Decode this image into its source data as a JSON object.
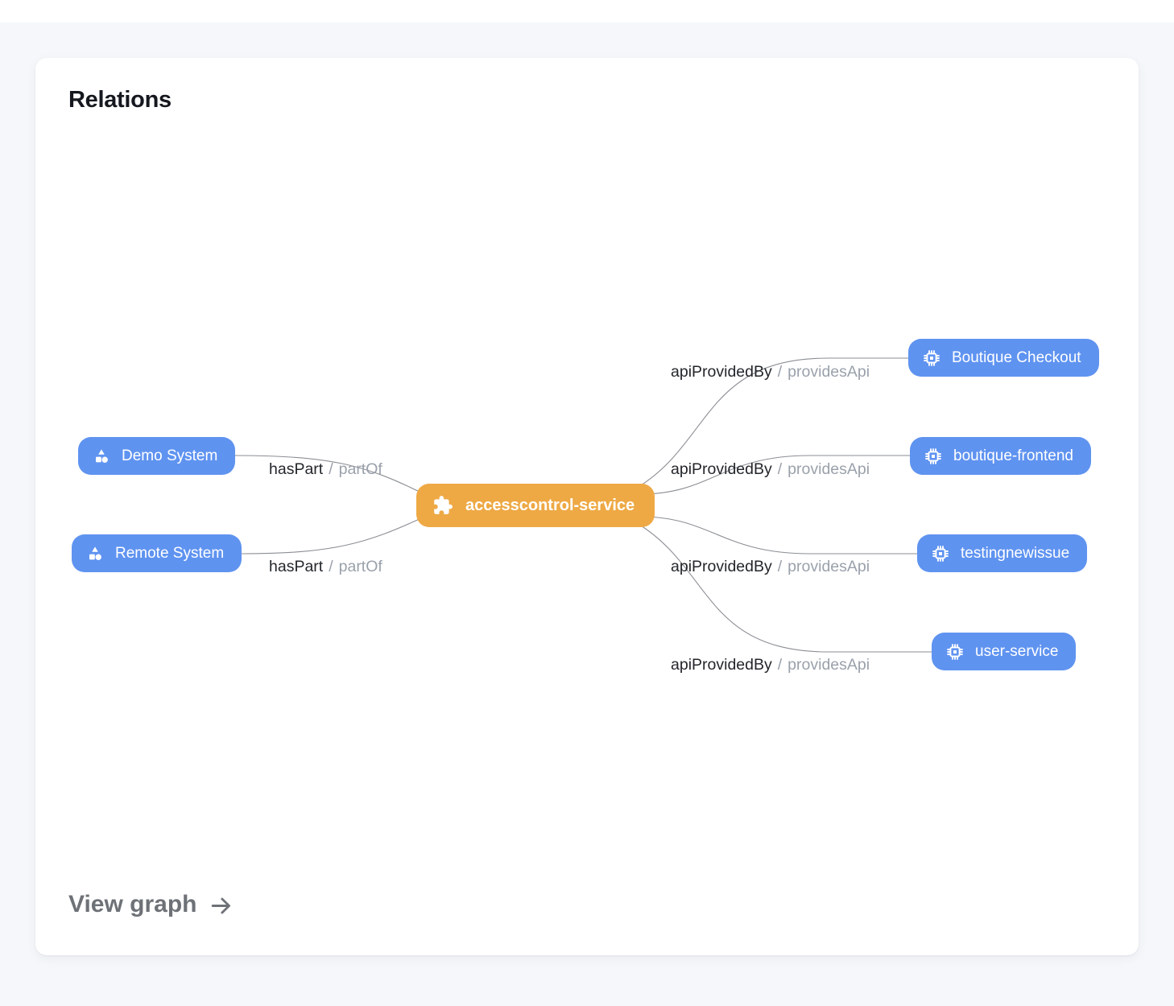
{
  "card": {
    "title": "Relations",
    "footer_link": "View graph"
  },
  "colors": {
    "page_background": "#f5f7fb",
    "card_background": "#ffffff",
    "node_blue": "#5f93f0",
    "node_orange": "#eea945",
    "node_text": "#ffffff",
    "edge_line": "#8b8e94",
    "edge_label_primary": "#23262b",
    "edge_label_muted": "#9aa1ab",
    "footer_link_text": "#6e7277"
  },
  "graph": {
    "center_node": {
      "label": "accesscontrol-service",
      "icon": "puzzle-icon"
    },
    "left_nodes": [
      {
        "label": "Demo System",
        "icon": "shapes-icon"
      },
      {
        "label": "Remote System",
        "icon": "shapes-icon"
      }
    ],
    "right_nodes": [
      {
        "label": "Boutique Checkout",
        "icon": "chip-icon"
      },
      {
        "label": "boutique-frontend",
        "icon": "chip-icon"
      },
      {
        "label": "testingnewissue",
        "icon": "chip-icon"
      },
      {
        "label": "user-service",
        "icon": "chip-icon"
      }
    ],
    "edges": {
      "left": [
        {
          "name": "hasPart",
          "slash": "/",
          "inverse": "partOf"
        },
        {
          "name": "hasPart",
          "slash": "/",
          "inverse": "partOf"
        }
      ],
      "right": [
        {
          "name": "apiProvidedBy",
          "slash": "/",
          "inverse": "providesApi"
        },
        {
          "name": "apiProvidedBy",
          "slash": "/",
          "inverse": "providesApi"
        },
        {
          "name": "apiProvidedBy",
          "slash": "/",
          "inverse": "providesApi"
        },
        {
          "name": "apiProvidedBy",
          "slash": "/",
          "inverse": "providesApi"
        }
      ]
    }
  }
}
